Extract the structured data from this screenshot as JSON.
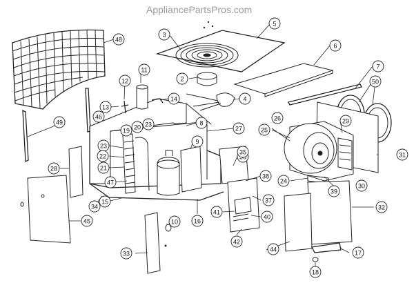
{
  "watermark": "AppliancePartsPros.com",
  "callouts": [
    {
      "id": "48",
      "text": "48"
    },
    {
      "id": "3",
      "text": "3"
    },
    {
      "id": "5",
      "text": "5"
    },
    {
      "id": "6",
      "text": "6"
    },
    {
      "id": "11",
      "text": "11"
    },
    {
      "id": "2",
      "text": "2"
    },
    {
      "id": "7",
      "text": "7"
    },
    {
      "id": "50",
      "text": "50"
    },
    {
      "id": "12",
      "text": "12"
    },
    {
      "id": "14",
      "text": "14"
    },
    {
      "id": "4",
      "text": "4"
    },
    {
      "id": "13",
      "text": "13"
    },
    {
      "id": "49",
      "text": "49"
    },
    {
      "id": "46",
      "text": "46"
    },
    {
      "id": "19",
      "text": "19"
    },
    {
      "id": "20",
      "text": "20"
    },
    {
      "id": "23a",
      "text": "23"
    },
    {
      "id": "8",
      "text": "8"
    },
    {
      "id": "27",
      "text": "27"
    },
    {
      "id": "26",
      "text": "26"
    },
    {
      "id": "29",
      "text": "29"
    },
    {
      "id": "25",
      "text": "25"
    },
    {
      "id": "9",
      "text": "9"
    },
    {
      "id": "23b",
      "text": "23"
    },
    {
      "id": "22",
      "text": "22"
    },
    {
      "id": "21",
      "text": "21"
    },
    {
      "id": "36",
      "text": "36"
    },
    {
      "id": "35",
      "text": "35"
    },
    {
      "id": "31",
      "text": "31"
    },
    {
      "id": "28",
      "text": "28"
    },
    {
      "id": "47",
      "text": "47"
    },
    {
      "id": "38",
      "text": "38"
    },
    {
      "id": "24",
      "text": "24"
    },
    {
      "id": "39",
      "text": "39"
    },
    {
      "id": "30",
      "text": "30"
    },
    {
      "id": "15",
      "text": "15"
    },
    {
      "id": "34",
      "text": "34"
    },
    {
      "id": "37",
      "text": "37"
    },
    {
      "id": "41",
      "text": "41"
    },
    {
      "id": "10",
      "text": "10"
    },
    {
      "id": "16",
      "text": "16"
    },
    {
      "id": "40",
      "text": "40"
    },
    {
      "id": "32",
      "text": "32"
    },
    {
      "id": "45",
      "text": "45"
    },
    {
      "id": "42",
      "text": "42"
    },
    {
      "id": "44",
      "text": "44"
    },
    {
      "id": "33",
      "text": "33"
    },
    {
      "id": "17",
      "text": "17"
    },
    {
      "id": "18",
      "text": "18"
    }
  ]
}
